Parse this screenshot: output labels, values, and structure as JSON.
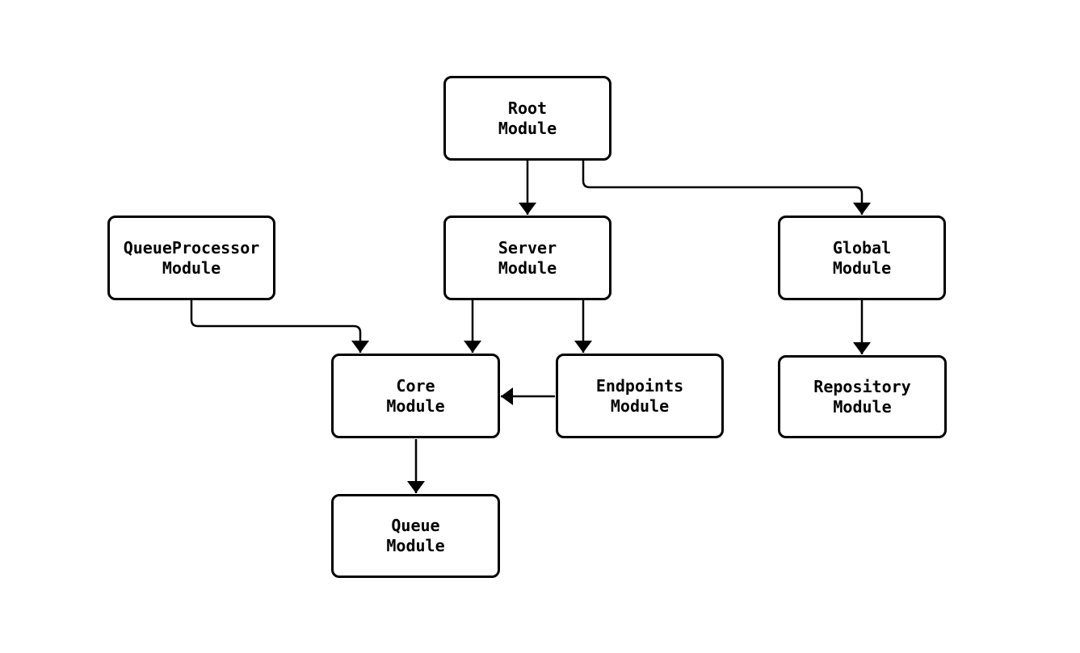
{
  "diagram": {
    "nodes": {
      "root": {
        "line1": "Root",
        "line2": "Module"
      },
      "queueprocessor": {
        "line1": "QueueProcessor",
        "line2": "Module"
      },
      "server": {
        "line1": "Server",
        "line2": "Module"
      },
      "global": {
        "line1": "Global",
        "line2": "Module"
      },
      "core": {
        "line1": "Core",
        "line2": "Module"
      },
      "endpoints": {
        "line1": "Endpoints",
        "line2": "Module"
      },
      "repository": {
        "line1": "Repository",
        "line2": "Module"
      },
      "queue": {
        "line1": "Queue",
        "line2": "Module"
      }
    },
    "edges": [
      {
        "from": "Root Module",
        "to": "Server Module"
      },
      {
        "from": "Root Module",
        "to": "Global Module"
      },
      {
        "from": "QueueProcessor Module",
        "to": "Core Module"
      },
      {
        "from": "Server Module",
        "to": "Core Module"
      },
      {
        "from": "Server Module",
        "to": "Endpoints Module"
      },
      {
        "from": "Endpoints Module",
        "to": "Core Module"
      },
      {
        "from": "Global Module",
        "to": "Repository Module"
      },
      {
        "from": "Core Module",
        "to": "Queue Module"
      }
    ],
    "colors": {
      "background": "#ffffff",
      "node_fill": "#ffffff",
      "node_border": "#000000",
      "edge_line": "#000000",
      "text": "#000000"
    }
  }
}
